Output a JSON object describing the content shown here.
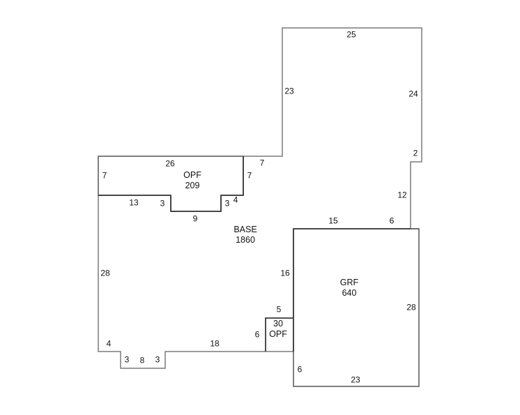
{
  "areas": {
    "base": {
      "name": "BASE",
      "size": "1860"
    },
    "opf_top": {
      "name": "OPF",
      "size": "209"
    },
    "opf_small": {
      "name": "OPF",
      "size": "30"
    },
    "grf": {
      "name": "GRF",
      "size": "640"
    }
  },
  "dims": {
    "upper_top": "25",
    "upper_left": "23",
    "upper_right": "24",
    "upper_step": "2",
    "right_12": "12",
    "grf_top_15": "15",
    "grf_top_6": "6",
    "opf_top": "26",
    "opf_left": "7",
    "opf_right": "7",
    "base_top_7": "7",
    "opf_bottom_13": "13",
    "opf_notch_left": "3",
    "opf_notch_bottom": "9",
    "opf_notch_right": "3",
    "opf_right_4": "4",
    "base_left": "28",
    "base_bottom_4": "4",
    "bump_left": "3",
    "bump_bottom": "8",
    "bump_right": "3",
    "base_bottom_18": "18",
    "small_opf_left": "6",
    "small_opf_top": "5",
    "grf_left_16": "16",
    "grf_right": "28",
    "grf_bottom": "23",
    "grf_left_6": "6"
  },
  "colors": {
    "outline": "#7a7a7a",
    "dark": "#3a3a3a"
  }
}
